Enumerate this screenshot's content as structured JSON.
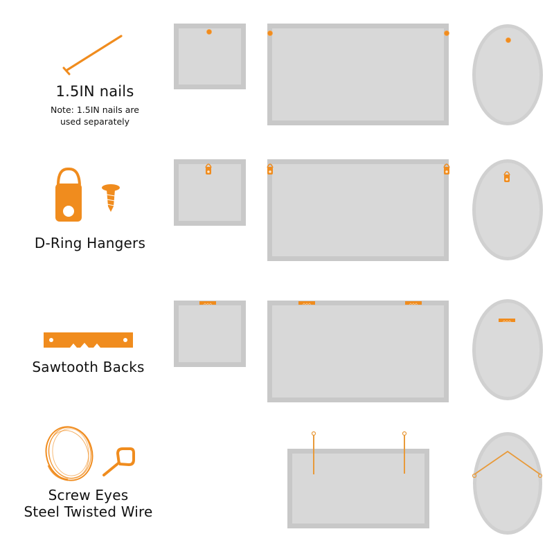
{
  "colors": {
    "accent": "#f08c1e",
    "frame_border": "#c8c8c8",
    "frame_fill": "#d8d8d8",
    "text": "#111111"
  },
  "rows": [
    {
      "id": "nails",
      "title": "1.5IN nails",
      "note_line1": "Note: 1.5IN nails are",
      "note_line2": "used separately",
      "icon": "nail-icon",
      "hardware": "nail-dot"
    },
    {
      "id": "d-ring",
      "title": "D-Ring Hangers",
      "icon": "d-ring-icon",
      "icon2": "screw-icon",
      "hardware": "d-ring"
    },
    {
      "id": "sawtooth",
      "title": "Sawtooth Backs",
      "icon": "sawtooth-hanger-icon",
      "hardware": "sawtooth"
    },
    {
      "id": "wire",
      "title_line1": "Screw Eyes",
      "title_line2": "Steel Twisted Wire",
      "icon": "wire-coil-icon",
      "icon2": "screw-eye-icon",
      "hardware": "screw-eye-wire"
    }
  ]
}
